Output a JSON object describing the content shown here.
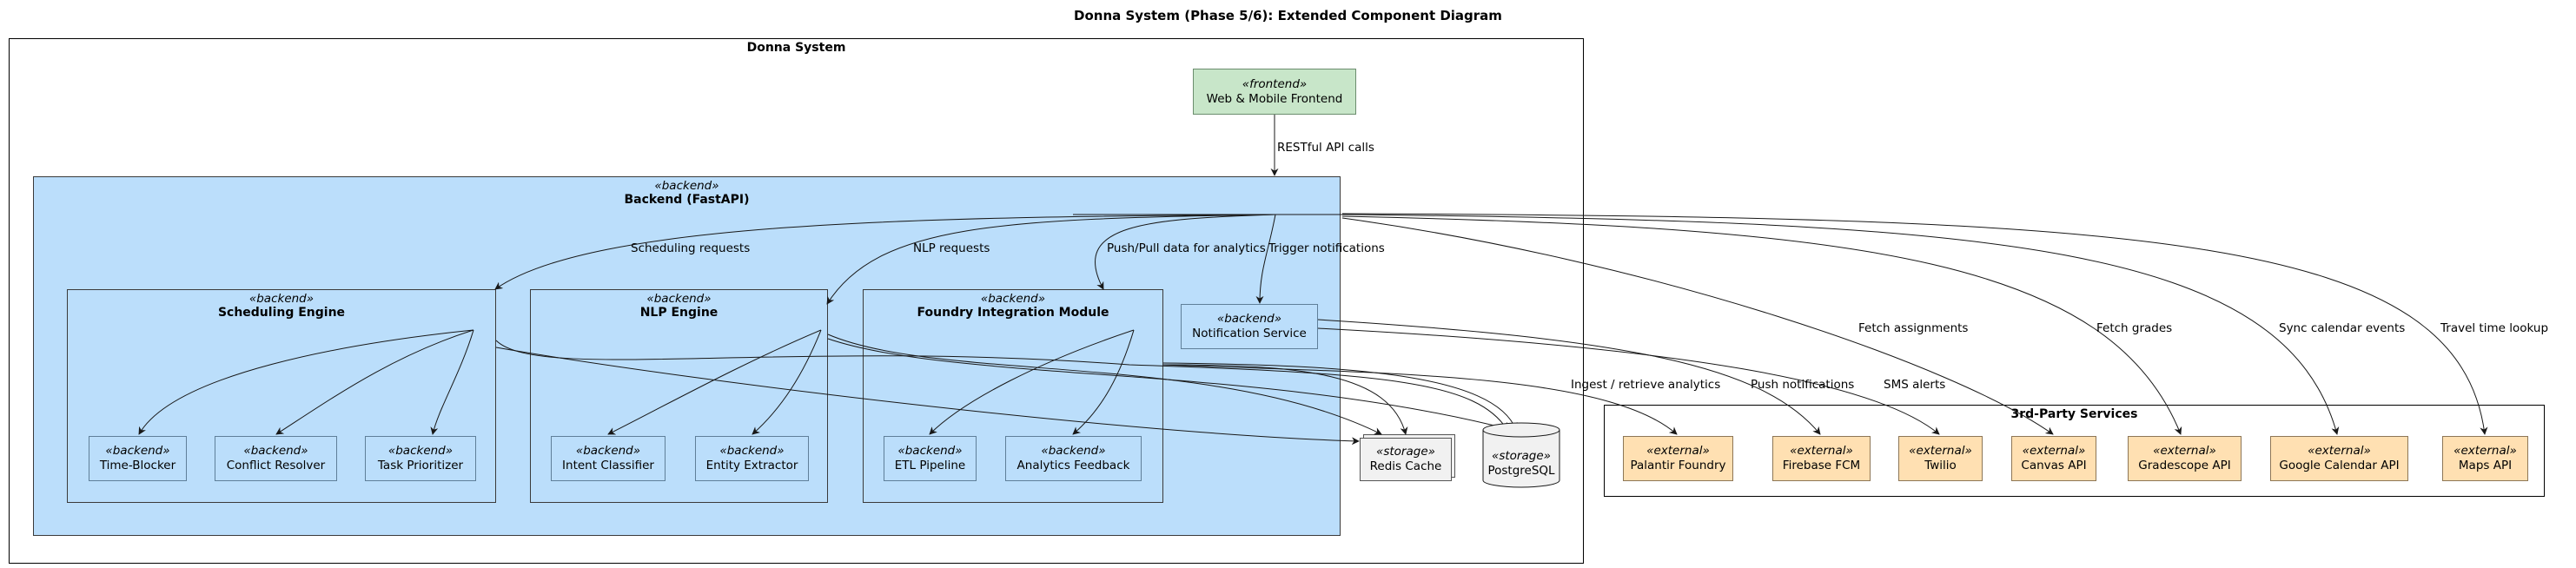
{
  "title": "Donna System (Phase 5/6): Extended Component Diagram",
  "packages": {
    "system": "Donna System",
    "backend": {
      "stereotype": "«backend»",
      "name": "Backend (FastAPI)"
    },
    "scheduling": {
      "stereotype": "«backend»",
      "name": "Scheduling Engine"
    },
    "nlp": {
      "stereotype": "«backend»",
      "name": "NLP Engine"
    },
    "foundry": {
      "stereotype": "«backend»",
      "name": "Foundry Integration Module"
    },
    "third_party": "3rd-Party Services"
  },
  "components": {
    "frontend": {
      "stereotype": "«frontend»",
      "name": "Web & Mobile Frontend"
    },
    "notification": {
      "stereotype": "«backend»",
      "name": "Notification Service"
    },
    "time_blocker": {
      "stereotype": "«backend»",
      "name": "Time-Blocker"
    },
    "conflict_resolver": {
      "stereotype": "«backend»",
      "name": "Conflict Resolver"
    },
    "task_prioritizer": {
      "stereotype": "«backend»",
      "name": "Task Prioritizer"
    },
    "intent_classifier": {
      "stereotype": "«backend»",
      "name": "Intent Classifier"
    },
    "entity_extractor": {
      "stereotype": "«backend»",
      "name": "Entity Extractor"
    },
    "etl_pipeline": {
      "stereotype": "«backend»",
      "name": "ETL Pipeline"
    },
    "analytics_feedback": {
      "stereotype": "«backend»",
      "name": "Analytics Feedback"
    },
    "redis": {
      "stereotype": "«storage»",
      "name": "Redis Cache"
    },
    "postgres": {
      "stereotype": "«storage»",
      "name": "PostgreSQL"
    },
    "palantir": {
      "stereotype": "«external»",
      "name": "Palantir Foundry"
    },
    "firebase": {
      "stereotype": "«external»",
      "name": "Firebase FCM"
    },
    "twilio": {
      "stereotype": "«external»",
      "name": "Twilio"
    },
    "canvas": {
      "stereotype": "«external»",
      "name": "Canvas API"
    },
    "gradescope": {
      "stereotype": "«external»",
      "name": "Gradescope API"
    },
    "gcal": {
      "stereotype": "«external»",
      "name": "Google Calendar API"
    },
    "maps": {
      "stereotype": "«external»",
      "name": "Maps API"
    }
  },
  "edge_labels": {
    "restful": "RESTful API calls",
    "scheduling_requests": "Scheduling requests",
    "nlp_requests": "NLP requests",
    "push_pull": "Push/Pull data for analytics",
    "trigger_notifications": "Trigger notifications",
    "fetch_assignments": "Fetch assignments",
    "fetch_grades": "Fetch grades",
    "sync_calendar": "Sync calendar events",
    "travel_time": "Travel time lookup",
    "ingest": "Ingest / retrieve analytics",
    "push_notifications": "Push notifications",
    "sms_alerts": "SMS alerts"
  }
}
